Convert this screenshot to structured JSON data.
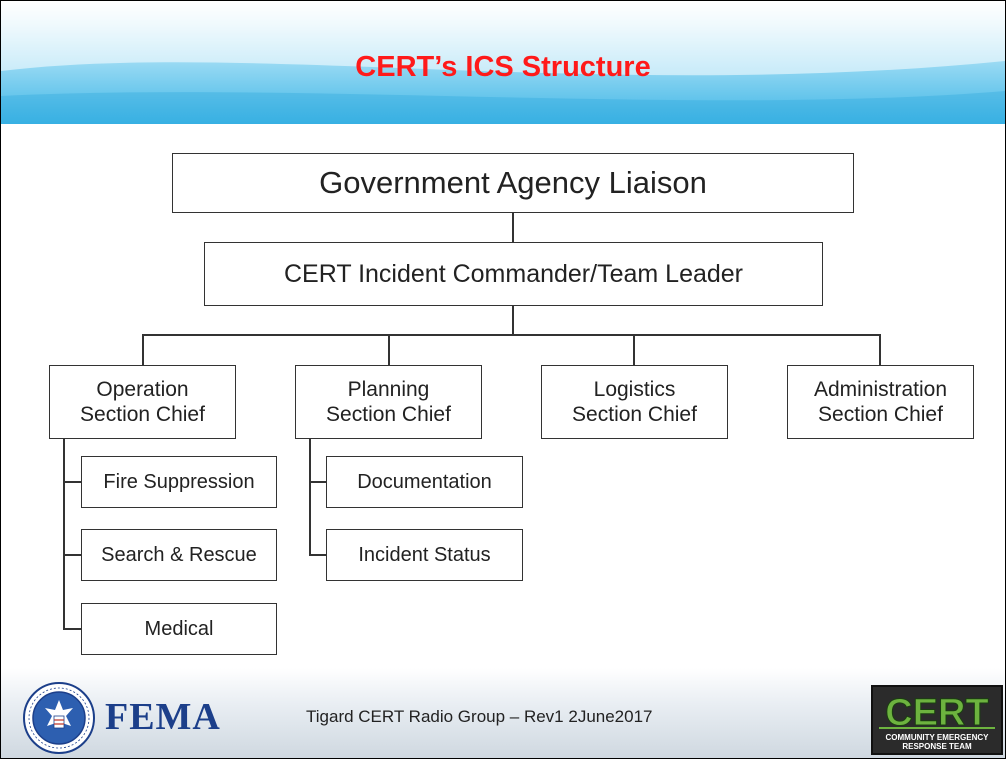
{
  "slide": {
    "title": "CERT’s ICS Structure",
    "footer_text": "Tigard CERT Radio Group – Rev1 2June2017"
  },
  "org_chart": {
    "liaison": "Government Agency Liaison",
    "commander": "CERT Incident Commander/Team Leader",
    "sections": [
      {
        "line1": "Operation",
        "line2": "Section Chief"
      },
      {
        "line1": "Planning",
        "line2": "Section Chief"
      },
      {
        "line1": "Logistics",
        "line2": "Section Chief"
      },
      {
        "line1": "Administration",
        "line2": "Section Chief"
      }
    ],
    "operations_units": [
      "Fire Suppression",
      "Search & Rescue",
      "Medical"
    ],
    "planning_units": [
      "Documentation",
      "Incident Status"
    ]
  },
  "logos": {
    "fema_wordmark": "FEMA",
    "dhs_seal_icon": "dhs-seal-icon",
    "cert_logo": {
      "big": "CERT",
      "line1": "COMMUNITY EMERGENCY",
      "line2": "RESPONSE TEAM"
    }
  },
  "colors": {
    "title": "#ff1a1a",
    "header_blue": "#3fb6e6",
    "fema_blue": "#1c3f8a",
    "cert_green": "#6db33f"
  }
}
